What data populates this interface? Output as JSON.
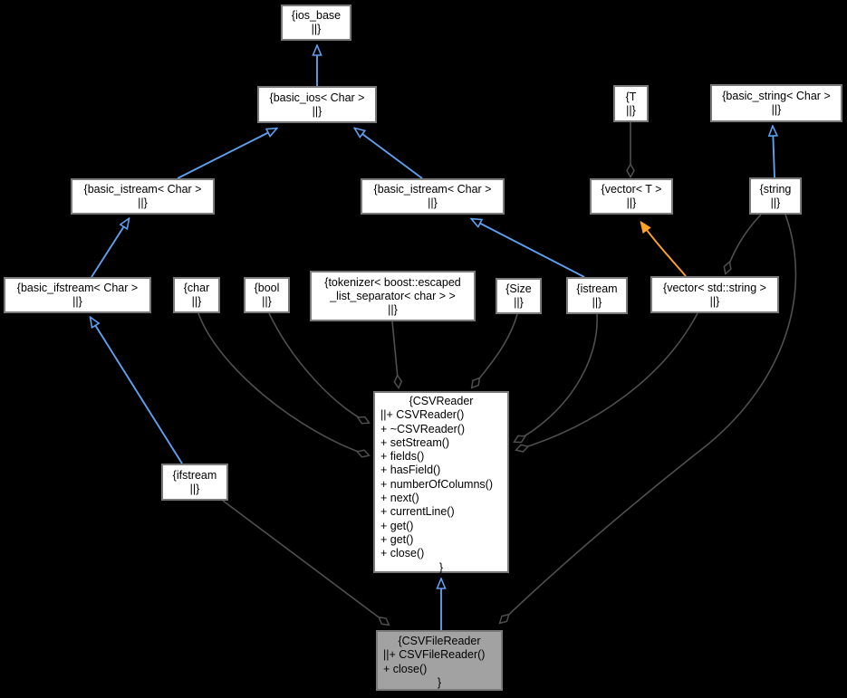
{
  "diagram": {
    "kind": "doxygen-collaboration-graph",
    "background": "#000000"
  },
  "colors": {
    "inheritance_edge": "#5e9fef",
    "aggregation_edge": "#4f4f4f",
    "template_edge": "#ffa227",
    "node_fill": "#ffffff",
    "node_border": "#7a7a7a",
    "highlight_node_fill": "#a2a2a2",
    "text": "#000000"
  },
  "nodes": {
    "ios_base": {
      "lines": [
        "{ios_base",
        "||}"
      ]
    },
    "basic_ios": {
      "lines": [
        "{basic_ios< Char >",
        "||}"
      ]
    },
    "basic_istream_left": {
      "lines": [
        "{basic_istream< Char >",
        "||}"
      ]
    },
    "basic_istream_center": {
      "lines": [
        "{basic_istream< Char >",
        "||}"
      ]
    },
    "t": {
      "lines": [
        "{T",
        "||}"
      ]
    },
    "basic_string": {
      "lines": [
        "{basic_string< Char >",
        "||}"
      ]
    },
    "vector_t": {
      "lines": [
        "{vector< T >",
        "||}"
      ]
    },
    "string": {
      "lines": [
        "{string",
        "||}"
      ]
    },
    "basic_ifstream": {
      "lines": [
        "{basic_ifstream< Char >",
        "||}"
      ]
    },
    "char": {
      "lines": [
        "{char",
        "||}"
      ]
    },
    "bool": {
      "lines": [
        "{bool",
        "||}"
      ]
    },
    "tokenizer": {
      "lines": [
        "{tokenizer< boost::escaped",
        "_list_separator< char > >",
        "||}"
      ]
    },
    "size": {
      "lines": [
        "{Size",
        "||}"
      ]
    },
    "istream": {
      "lines": [
        "{istream",
        "||}"
      ]
    },
    "vector_std_string": {
      "lines": [
        "{vector< std::string >",
        "||}"
      ]
    },
    "csvreader": {
      "lines": [
        "{CSVReader",
        "||+ CSVReader()",
        "+ ~CSVReader()",
        "+ setStream()",
        "+ fields()",
        "+ hasField()",
        "+ numberOfColumns()",
        "+ next()",
        "+ currentLine()",
        "+ get()",
        "+ get()",
        "+ close()",
        "}"
      ]
    },
    "ifstream": {
      "lines": [
        "{ifstream",
        "||}"
      ]
    },
    "csvfilereader": {
      "lines": [
        "{CSVFileReader",
        "||+ CSVFileReader()",
        "+ close()",
        "}"
      ]
    }
  },
  "edges": [
    {
      "type": "inheritance",
      "from": "basic_ios",
      "to": "ios_base"
    },
    {
      "type": "inheritance",
      "from": "basic_istream_left",
      "to": "basic_ios"
    },
    {
      "type": "inheritance",
      "from": "basic_istream_center",
      "to": "basic_ios"
    },
    {
      "type": "inheritance",
      "from": "basic_ifstream",
      "to": "basic_istream_left"
    },
    {
      "type": "inheritance",
      "from": "istream",
      "to": "basic_istream_center"
    },
    {
      "type": "inheritance",
      "from": "ifstream",
      "to": "basic_ifstream"
    },
    {
      "type": "inheritance",
      "from": "string",
      "to": "basic_string"
    },
    {
      "type": "inheritance",
      "from": "csvfilereader",
      "to": "csvreader"
    },
    {
      "type": "aggregation",
      "from": "t",
      "to": "vector_t"
    },
    {
      "type": "aggregation",
      "from": "string",
      "to": "vector_std_string"
    },
    {
      "type": "aggregation",
      "from": "string",
      "to": "csvfilereader"
    },
    {
      "type": "aggregation",
      "from": "ifstream",
      "to": "csvfilereader"
    },
    {
      "type": "aggregation",
      "from": "char",
      "to": "csvreader"
    },
    {
      "type": "aggregation",
      "from": "bool",
      "to": "csvreader"
    },
    {
      "type": "aggregation",
      "from": "tokenizer",
      "to": "csvreader"
    },
    {
      "type": "aggregation",
      "from": "size",
      "to": "csvreader"
    },
    {
      "type": "aggregation",
      "from": "istream",
      "to": "csvreader"
    },
    {
      "type": "aggregation",
      "from": "vector_std_string",
      "to": "csvreader"
    },
    {
      "type": "template-instance",
      "from": "vector_std_string",
      "to": "vector_t"
    }
  ]
}
